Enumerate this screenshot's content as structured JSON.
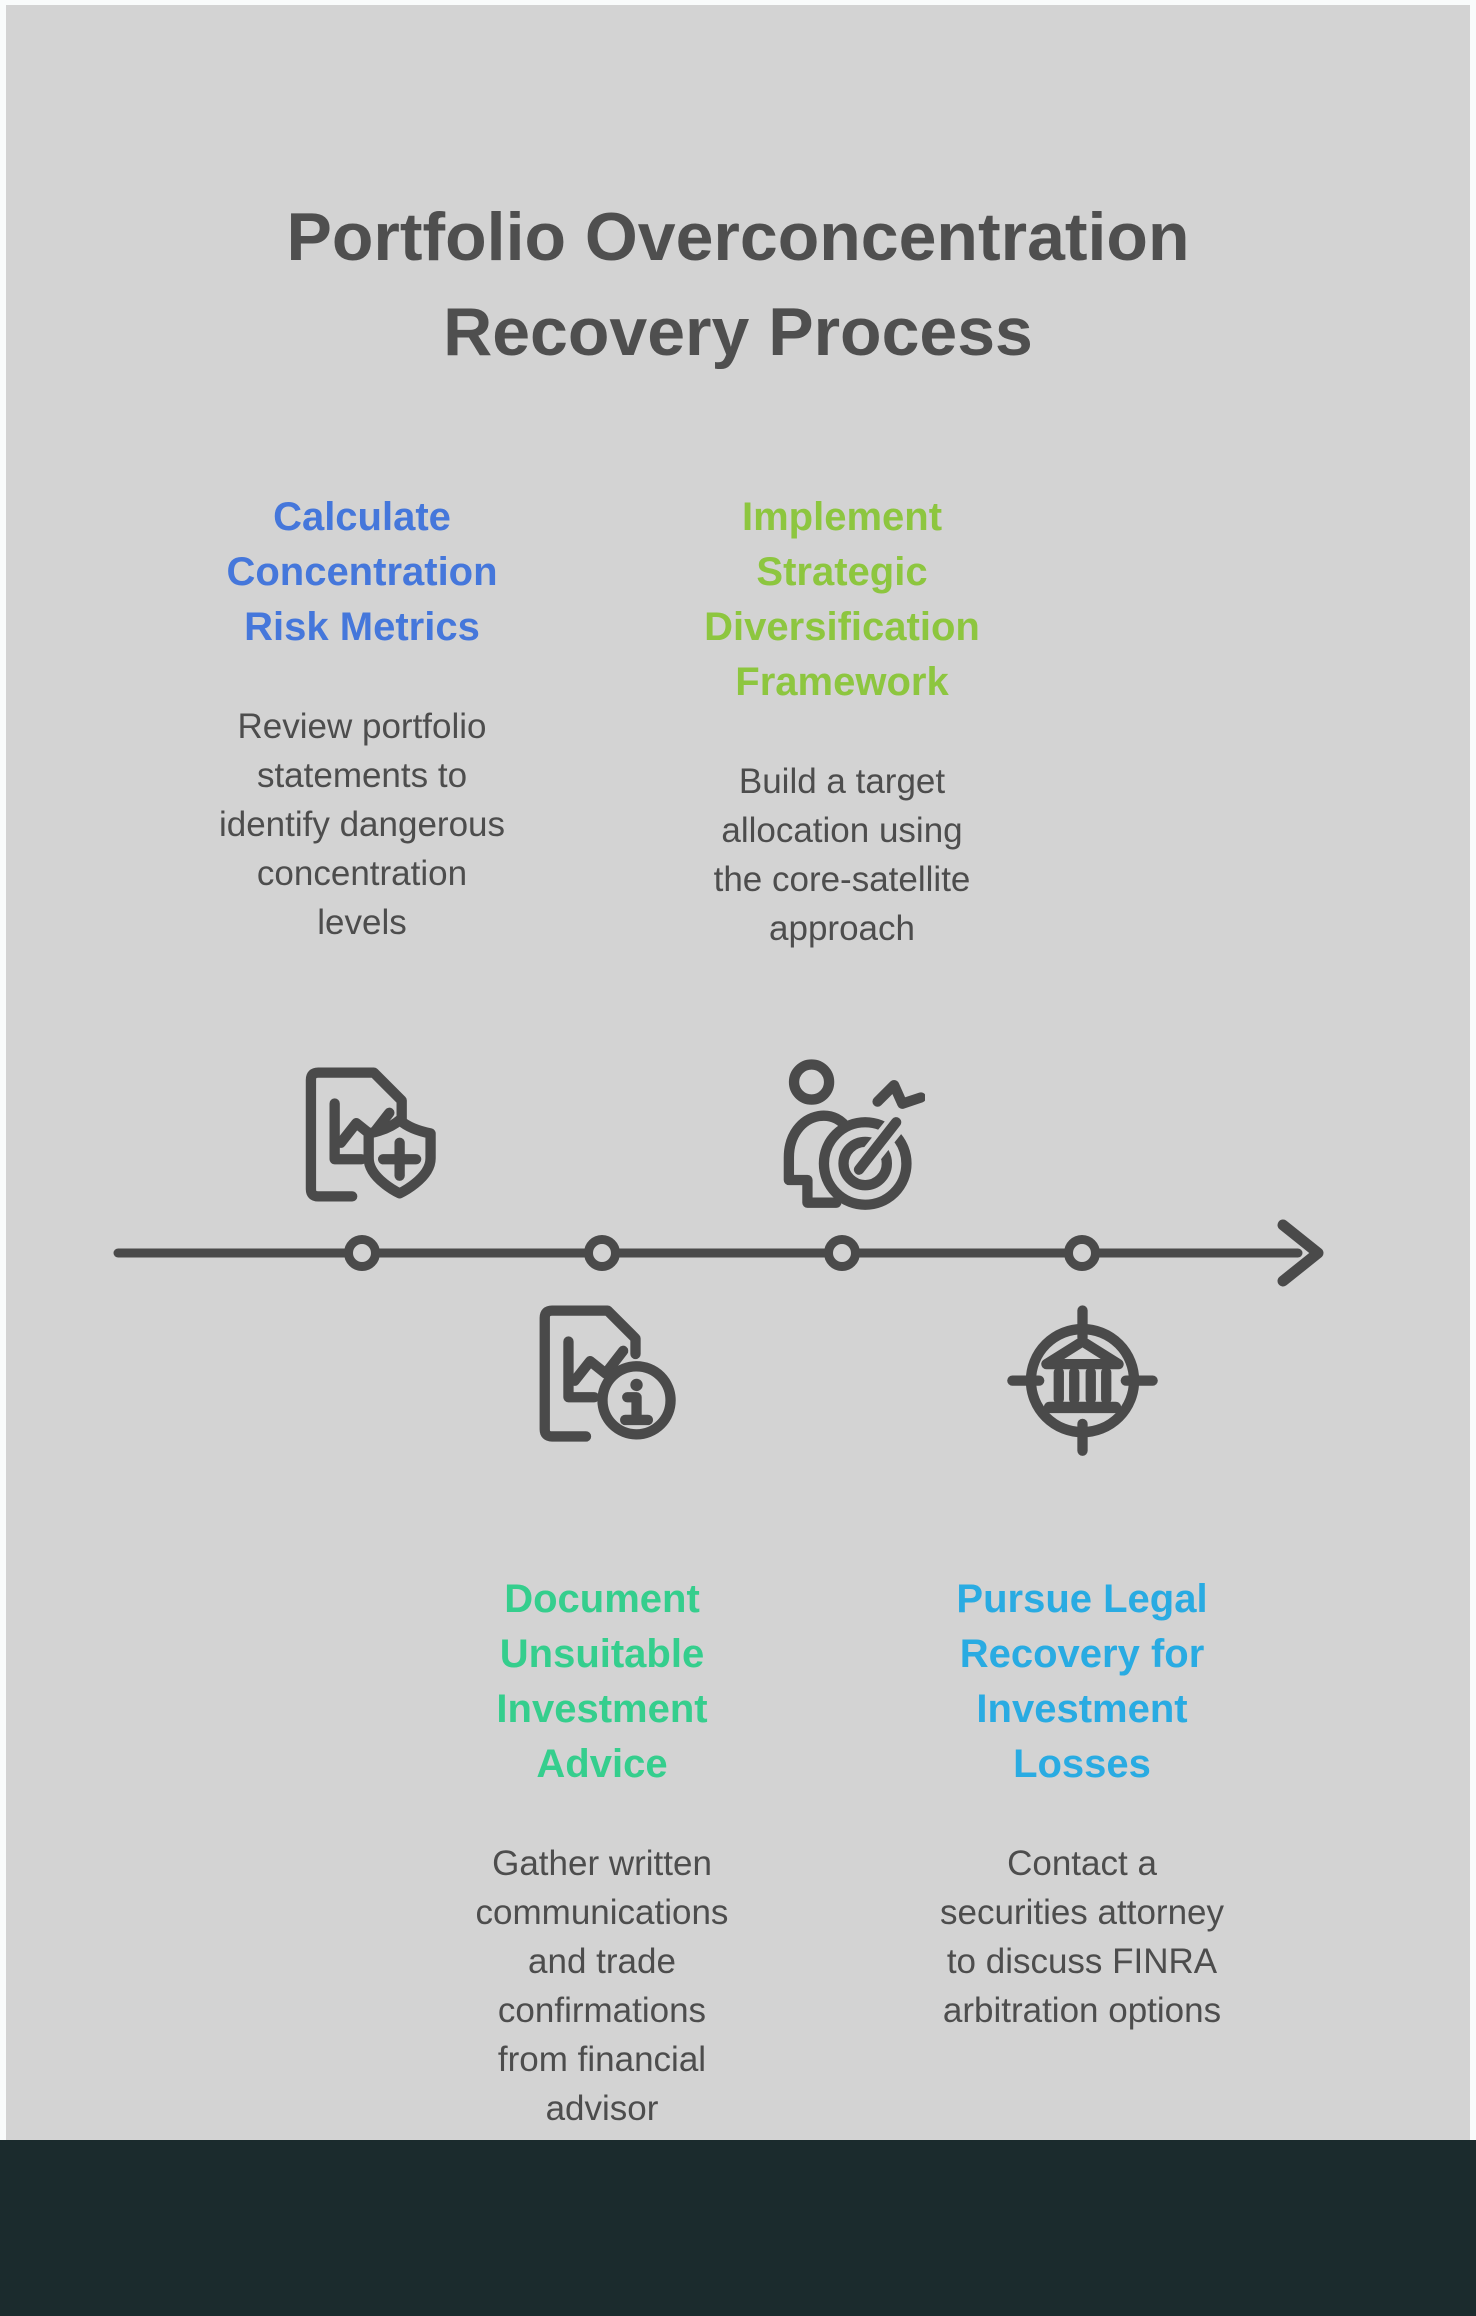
{
  "page": {
    "title": "Portfolio Overconcentration\nRecovery Process"
  },
  "steps": [
    {
      "title": "Calculate\nConcentration\nRisk Metrics",
      "description": "Review portfolio\nstatements to\nidentify dangerous\nconcentration\nlevels",
      "accent_color": "#4577DB",
      "icon": "document-chart-shield-plus-icon"
    },
    {
      "title": "Implement\nStrategic\nDiversification\nFramework",
      "description": "Build a target\nallocation using\nthe core-satellite\napproach",
      "accent_color": "#8DC63F",
      "icon": "person-target-arrow-icon"
    },
    {
      "title": "Document\nUnsuitable\nInvestment\nAdvice",
      "description": "Gather written\ncommunications\nand trade\nconfirmations\nfrom financial\nadvisor",
      "accent_color": "#35CE8D",
      "icon": "document-chart-info-icon"
    },
    {
      "title": "Pursue Legal\nRecovery for\nInvestment\nLosses",
      "description": "Contact a\nsecurities attorney\nto discuss FINRA\narbitration options",
      "accent_color": "#29ABE2",
      "icon": "bank-crosshair-icon"
    }
  ],
  "timeline": {
    "direction": "left-to-right",
    "node_count": 4
  },
  "colors": {
    "background": "#D3D3D3",
    "page_border": "#F9FBFB",
    "footer": "#1B2B2D",
    "ink": "#4A4A4A",
    "title_text": "#4F4F4F",
    "body_text": "#4D4D4D"
  }
}
